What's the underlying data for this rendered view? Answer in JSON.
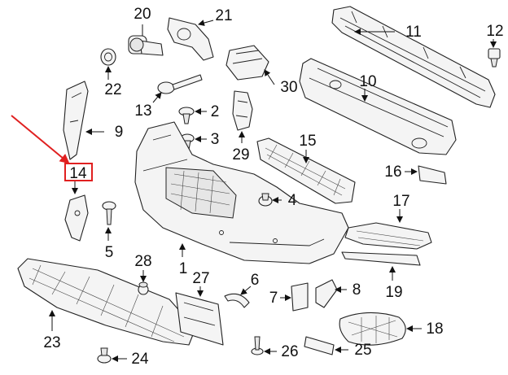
{
  "diagram": {
    "callouts": {
      "c1": "1",
      "c2": "2",
      "c3": "3",
      "c4": "4",
      "c5": "5",
      "c6": "6",
      "c7": "7",
      "c8": "8",
      "c9": "9",
      "c10": "10",
      "c11": "11",
      "c12": "12",
      "c13": "13",
      "c14": "14",
      "c15": "15",
      "c16": "16",
      "c17": "17",
      "c18": "18",
      "c19": "19",
      "c20": "20",
      "c21": "21",
      "c22": "22",
      "c23": "23",
      "c24": "24",
      "c25": "25",
      "c26": "26",
      "c27": "27",
      "c28": "28",
      "c29": "29",
      "c30": "30"
    },
    "highlight": {
      "callout": "14",
      "color": "#e02020"
    },
    "line_color": "#111111"
  }
}
